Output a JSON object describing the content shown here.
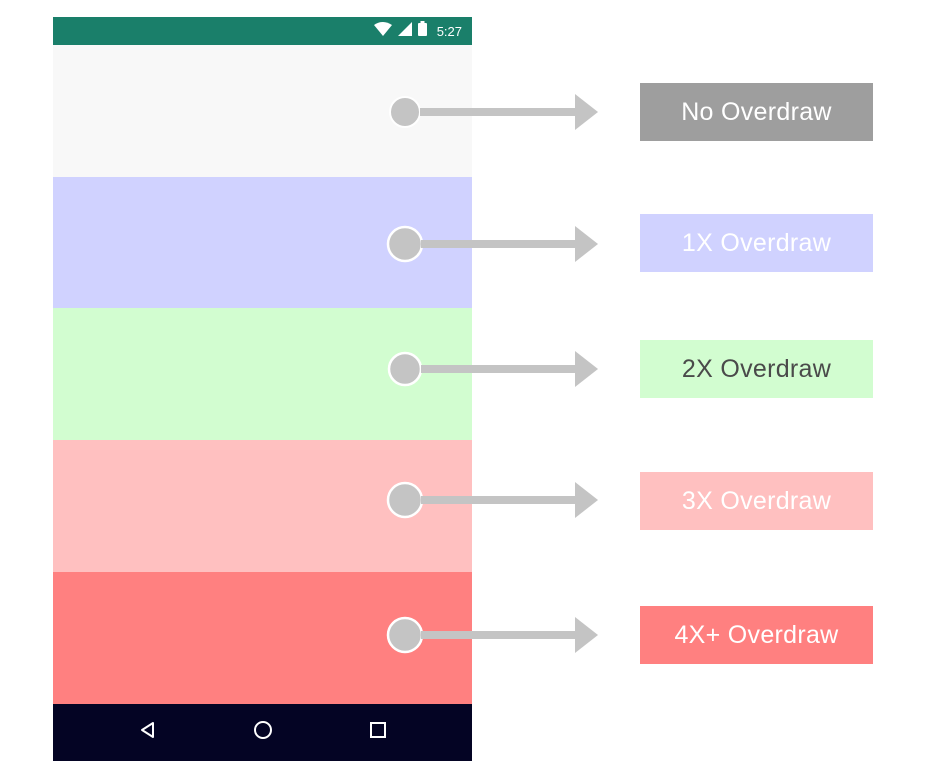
{
  "status_bar": {
    "time": "5:27",
    "color": "#1a7f6a"
  },
  "nav_bar": {
    "color": "#040424",
    "buttons": [
      "back",
      "home",
      "recents"
    ]
  },
  "legend": [
    {
      "label": "No Overdraw",
      "band_color": "#f8f8f8",
      "box_color": "#9e9e9e",
      "text_color": "#ffffff"
    },
    {
      "label": "1X Overdraw",
      "band_color": "#d0d2ff",
      "box_color": "#d0d2ff",
      "text_color": "#ffffff"
    },
    {
      "label": "2X Overdraw",
      "band_color": "#d2fdd0",
      "box_color": "#d2fdd0",
      "text_color": "#4a4a4a"
    },
    {
      "label": "3X Overdraw",
      "band_color": "#ffc0c0",
      "box_color": "#ffc0c0",
      "text_color": "#ffffff"
    },
    {
      "label": "4X+ Overdraw",
      "band_color": "#ff8080",
      "box_color": "#ff8080",
      "text_color": "#ffffff"
    }
  ],
  "connector_color": "#c4c4c4"
}
